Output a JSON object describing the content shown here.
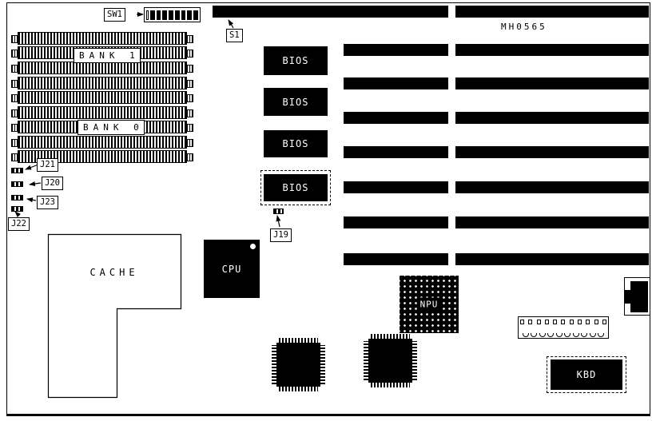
{
  "part_number": "MH0565",
  "switch": {
    "sw1": "SW1"
  },
  "slot_labels": {
    "s1": "S1"
  },
  "memory": {
    "bank1": "BANK 1",
    "bank0": "BANK 0"
  },
  "jumpers": {
    "j19": "J19",
    "j20": "J20",
    "j21": "J21",
    "j22": "J22",
    "j23": "J23"
  },
  "chips": {
    "cpu": "CPU",
    "npu": "NPU",
    "kbd": "KBD",
    "bios": [
      "BIOS",
      "BIOS",
      "BIOS",
      "BIOS"
    ]
  },
  "regions": {
    "cache": "CACHE"
  },
  "colors": {
    "chip_fill": "#000000",
    "board_bg": "#ffffff",
    "line": "#000000"
  }
}
